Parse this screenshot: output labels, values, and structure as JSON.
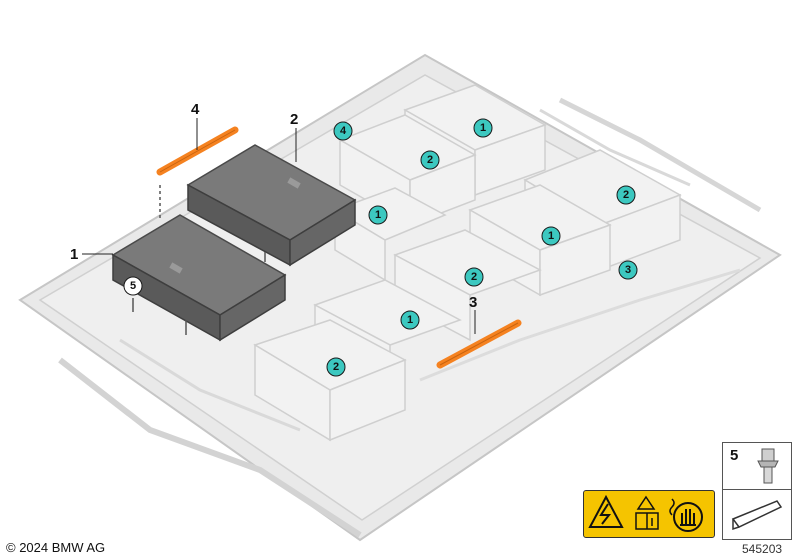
{
  "copyright": "© 2024 BMW AG",
  "image_number": "545203",
  "callouts": [
    "1",
    "2",
    "3",
    "4",
    "5"
  ],
  "badges": {
    "b1": "1",
    "b2": "1",
    "b3": "1",
    "b4": "1",
    "b5": "2",
    "b6": "2",
    "b7": "2",
    "b8": "2",
    "b9": "3",
    "b10": "4",
    "b11": "5"
  },
  "legend": {
    "item_number": "5"
  },
  "colors": {
    "tray": "#e9e9e9",
    "tray_edge": "#c8c8c8",
    "module": "#f0f0f0",
    "controller": "#6f6f6f",
    "orange_part": "#f58220",
    "badge_fill": "#3cc8c0",
    "warning_yellow": "#f5c400"
  },
  "icons": [
    "high-voltage-warning-icon",
    "read-manual-icon",
    "no-touch-hand-icon",
    "screw-icon",
    "wedge-tool-icon"
  ]
}
